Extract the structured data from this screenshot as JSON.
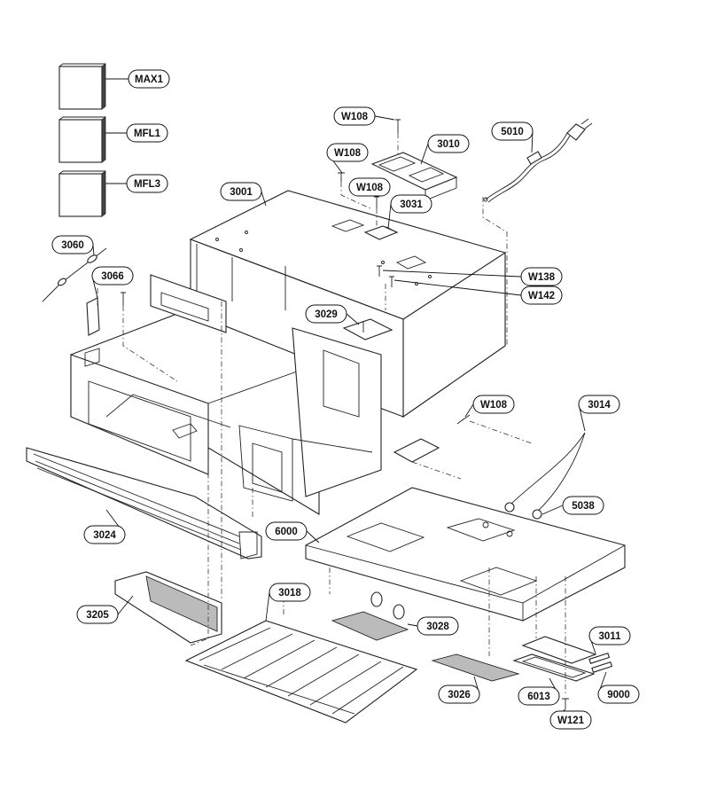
{
  "diagram": {
    "callouts": {
      "max1": "MAX1",
      "mfl1": "MFL1",
      "mfl3": "MFL3",
      "w108_top": "W108",
      "p3010": "3010",
      "p5010": "5010",
      "w108_left": "W108",
      "w108_mid": "W108",
      "p3001": "3001",
      "p3031": "3031",
      "p3060": "3060",
      "p3066": "3066",
      "w138": "W138",
      "w142": "W142",
      "p3029": "3029",
      "w108_right": "W108",
      "p3014": "3014",
      "p5038": "5038",
      "p6000": "6000",
      "p3024": "3024",
      "p3018": "3018",
      "p3205": "3205",
      "p3028": "3028",
      "p3011": "3011",
      "p3026": "3026",
      "p6013": "6013",
      "p9000": "9000",
      "w121": "W121"
    }
  }
}
